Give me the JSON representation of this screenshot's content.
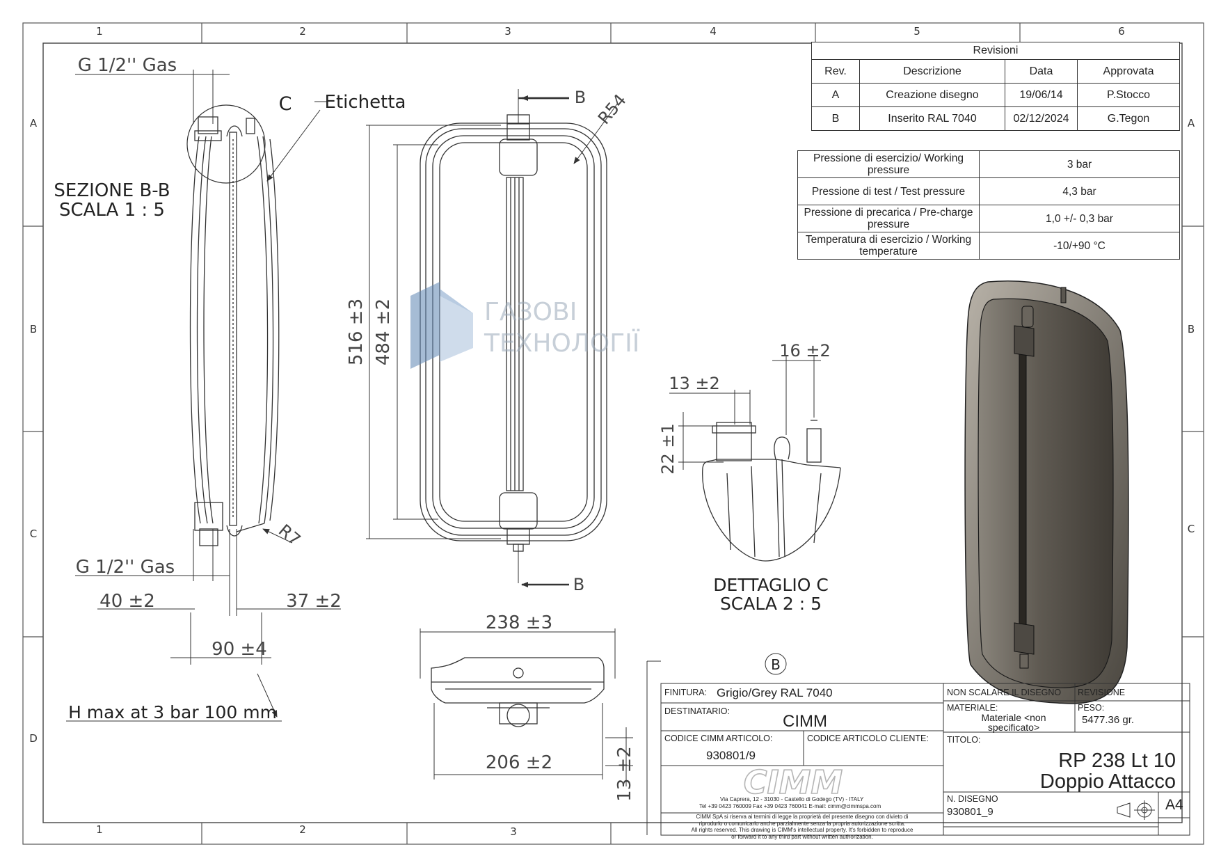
{
  "grid": {
    "columns": [
      "1",
      "2",
      "3",
      "4",
      "5",
      "6"
    ],
    "rows": [
      "A",
      "B",
      "C",
      "D"
    ]
  },
  "section_view": {
    "title": "SEZIONE B-B",
    "scale": "SCALA 1 : 5",
    "detail_marker": "C",
    "label_tag": "Etichetta",
    "thread_top": "G 1/2'' Gas",
    "thread_bottom": "G 1/2'' Gas",
    "dim_left": "40 ±2",
    "dim_right": "37 ±2",
    "dim_total": "90 ±4",
    "radius": "R7",
    "note": "H max at 3 bar 100 mm"
  },
  "front_view": {
    "section_mark_top": "B",
    "section_mark_bottom": "B",
    "radius": "R54",
    "height_outer": "516 ±3",
    "height_inner": "484 ±2"
  },
  "bottom_view": {
    "width_outer": "238 ±3",
    "width_inner": "206 ±2",
    "depth": "13 ±2"
  },
  "detail_view": {
    "title": "DETTAGLIO C",
    "scale": "SCALA 2 : 5",
    "dim_a": "13 ±2",
    "dim_b": "16 ±2",
    "dim_c": "22 ±1"
  },
  "watermark": {
    "line1": "ГАЗОВІ",
    "line2": "ТЕХНОЛОГІЇ"
  },
  "revisions": {
    "caption": "Revisioni",
    "headers": [
      "Rev.",
      "Descrizione",
      "Data",
      "Approvata"
    ],
    "rows": [
      [
        "A",
        "Creazione disegno",
        "19/06/14",
        "P.Stocco"
      ],
      [
        "B",
        "Inserito RAL 7040",
        "02/12/2024",
        "G.Tegon"
      ]
    ]
  },
  "specs": [
    {
      "label": "Pressione di esercizio/ Working pressure",
      "value": "3 bar"
    },
    {
      "label": "Pressione di test / Test pressure",
      "value": "4,3 bar"
    },
    {
      "label": "Pressione di precarica / Pre-charge pressure",
      "value": "1,0 +/- 0,3 bar"
    },
    {
      "label": "Temperatura di esercizio / Working temperature",
      "value": "-10/+90 °C"
    }
  ],
  "title_block": {
    "revision_circle": "B",
    "finitura_label": "FINITURA:",
    "finitura_value": "Grigio/Grey RAL 7040",
    "destinatario_label": "DESTINATARIO:",
    "destinatario_value": "CIMM",
    "codice_cimm_label": "CODICE CIMM ARTICOLO:",
    "codice_cimm_value": "930801/9",
    "codice_cliente_label": "CODICE ARTICOLO CLIENTE:",
    "logo_text": "CIMM",
    "address_line1": "Via Caprera, 12 - 31030 - Castello di Godego (TV) - ITALY",
    "address_line2": "Tel +39 0423 760009 Fax +39 0423 760041 E-mail: cimm@cimmspa.com",
    "legal_line1": "CIMM SpA si riserva ai termini di legge la proprietà del presente disegno con divieto di",
    "legal_line2": "riprodurlo o comunicarlo anche parzialmente senza la propria autorizzazione scritta.",
    "legal_line3": "All rights reserved. This drawing is CIMM's intellectual property. It's forbidden to reproduce",
    "legal_line4": "or forward it to any third part without written authorization.",
    "non_scalare": "NON SCALARE IL DISEGNO",
    "revisione_label": "REVISIONE",
    "materiale_label": "MATERIALE:",
    "materiale_value": "Materiale <non specificato>",
    "peso_label": "PESO:",
    "peso_value": "5477.36 gr.",
    "titolo_label": "TITOLO:",
    "titolo_line1": "RP 238 Lt 10",
    "titolo_line2": "Doppio Attacco",
    "n_disegno_label": "N. DISEGNO",
    "n_disegno_value": "930801_9",
    "format": "A4"
  }
}
